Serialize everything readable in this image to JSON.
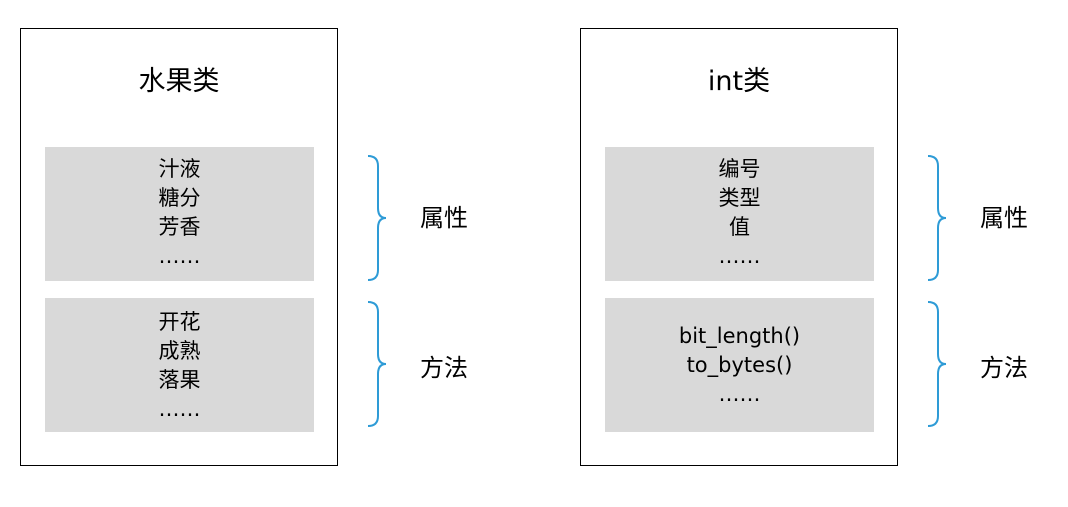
{
  "left_class": {
    "title": "水果类",
    "attributes": [
      "汁液",
      "糖分",
      "芳香",
      "……"
    ],
    "methods": [
      "开花",
      "成熟",
      "落果",
      "……"
    ],
    "attributes_label": "属性",
    "methods_label": "方法"
  },
  "right_class": {
    "title": "int类",
    "attributes": [
      "编号",
      "类型",
      "值",
      "……"
    ],
    "methods": [
      "bit_length()",
      "to_bytes()",
      "……"
    ],
    "attributes_label": "属性",
    "methods_label": "方法"
  },
  "colors": {
    "panel_fill": "#d9d9d9",
    "brace_stroke": "#2e9bd6",
    "box_border": "#000000"
  }
}
